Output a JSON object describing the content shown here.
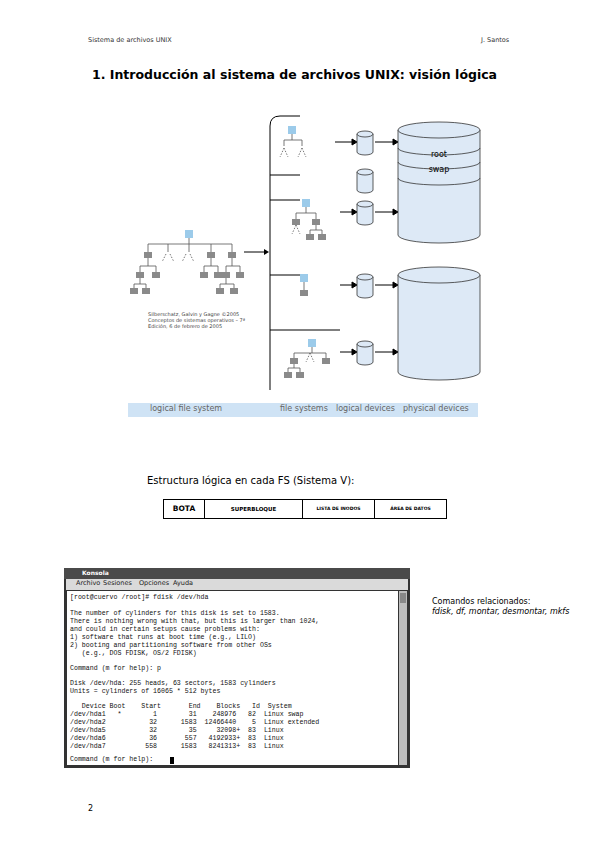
{
  "diagram": {
    "title": "1. Introducción al sistema de archivos UNIX: visión lógica",
    "nodes": [
      {
        "text": [
          "root"
        ]
      },
      {
        "text": [
          "swap"
        ]
      },
      {
        "text": [
          "BOTA"
        ]
      },
      {
        "text": [
          "SUPERBLOQUE"
        ]
      },
      {
        "text": [
          "LISTA DE INODOS"
        ]
      },
      {
        "text": [
          "ÁREA DE DATOS"
        ]
      }
    ],
    "labels": [
      "Sistema de archivos UNIX",
      "J. Santos",
      "Silberschatz, Galvin y Gagne ©2005 Conceptos de sistemas operativos – 7ª Edición, 6 de febrero de 2005",
      "logical file system",
      "file systems",
      "logical devices",
      "physical devices",
      "Estructura lógica en cada FS (Sistema V):",
      "Konsola",
      "Archivo",
      "Sesiones",
      "Opciones",
      "Ayuda",
      "[root@cuervo /root]# fdisk /dev/hda",
      "The number of cylinders for this disk is set to 1583.",
      "There is nothing wrong with that, but this is larger than 1024,",
      "and could in certain setups cause problems with:",
      "1) software that runs at boot time (e.g., LILO)",
      "2) booting and partitioning software from other OSs",
      "   (e.g., DOS FDISK, OS/2 FDISK)",
      "Command (m for help): p",
      "Disk /dev/hda: 255 heads, 63 sectors, 1583 cylinders",
      "Units = cylinders of 16065 * 512 bytes",
      "   Device Boot    Start       End    Blocks   Id  System",
      "/dev/hda1   *        1        31    248976   82  Linux swap",
      "/dev/hda2           32      1583  12466440    5  Linux extended",
      "/dev/hda5           32        35     32098+  83  Linux",
      "/dev/hda6           36       557   4192933+  83  Linux",
      "/dev/hda7          558      1583   8241313+  83  Linux",
      "Command (m for help):",
      "Comandos relacionados:",
      "fdisk, df, montar, desmontar, mkfs",
      "2"
    ]
  }
}
